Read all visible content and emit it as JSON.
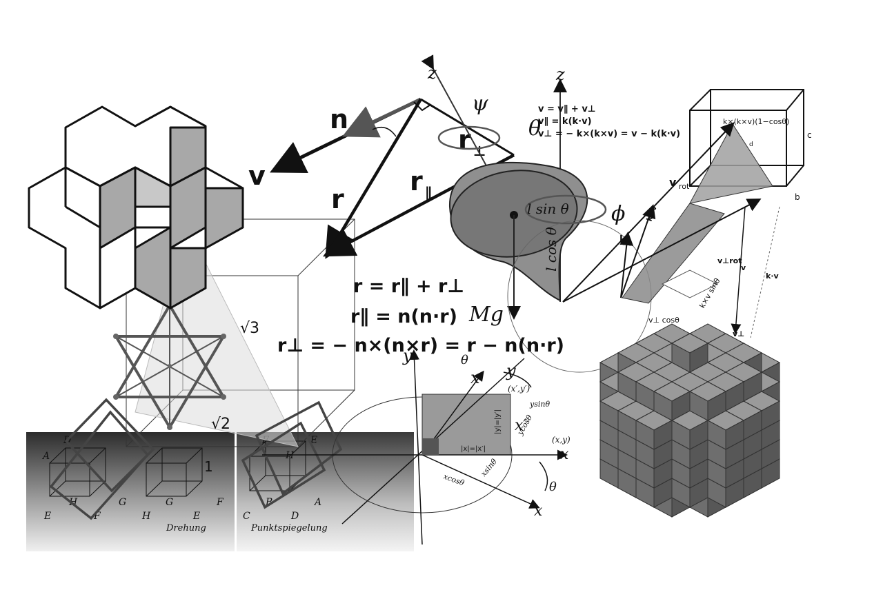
{
  "labels": {
    "n": "n",
    "v": "v",
    "r": "r",
    "r_par": "r",
    "r_par_sub": "∥",
    "r_perp": "r",
    "r_perp_sub": "⊥",
    "z1": "z",
    "z2": "z",
    "psi": "ψ",
    "theta_top": "θ",
    "phi": "ϕ",
    "sqrt3": "√3",
    "sqrt2": "√2",
    "mg": "Mg",
    "l_sin": "l sin θ",
    "l_cos": "l cos θ",
    "x_axis": "x",
    "y_axis": "y",
    "x_rot": "x",
    "y_rot": "y",
    "x_prime": "x′",
    "y_prime": "y′",
    "theta_arc1": "θ",
    "theta_arc2": "θ",
    "xy_point": "(x,y)",
    "xpyp_point": "(x′,y′)",
    "ysin": "ysinθ",
    "ycos": "ycosθ",
    "xsin": "xsinθ",
    "xcos": "xcosθ",
    "abs_x": "|x|=|x′|",
    "abs_y": "|y|=|y′|",
    "v_rot": "v",
    "v_rot_sub": "rot",
    "k": "k",
    "kxv": "k×v",
    "kv": "k·v",
    "v_par": "v",
    "v_perp_rot": "v⊥rot",
    "v_perp": "v⊥",
    "v_perp_cos": "v⊥ cosθ",
    "kxv_sin": "k×v sinθ",
    "kxkxv_cos": "k×(k×v)(1−cosθ)",
    "box_b": "b",
    "box_c": "c",
    "box_d": "d",
    "one": "1",
    "drehung": "Drehung",
    "punktspiegelung": "Punktspiegelung",
    "pts": {
      "A": "A",
      "B": "B",
      "C": "C",
      "D": "D",
      "E": "E",
      "F": "F",
      "G": "G",
      "H": "H"
    }
  },
  "equations": {
    "rot_top1": "v = v∥ + v⊥",
    "rot_top2": "v∥ = k(k·v)",
    "rot_top3": "v⊥ = − k×(k×v) = v − k(k·v)",
    "decomp_1": "r = r∥ + r⊥",
    "decomp_2": "r∥ = n(n·r)",
    "decomp_3": "r⊥ = − n×(n×r) = r − n(n·r)"
  },
  "colors": {
    "ink": "#111111",
    "gray_dark": "#555555",
    "gray_mid": "#8a8a8a",
    "gray_light": "#bdbdbd"
  }
}
